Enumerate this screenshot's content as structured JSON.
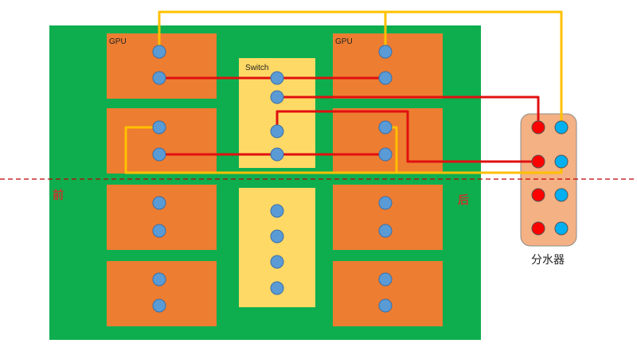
{
  "labels": {
    "gpu_left": "GPU",
    "gpu_right": "GPU",
    "switch": "Switch",
    "front": "前",
    "rear": "后",
    "manifold": "分水器"
  },
  "colors": {
    "board": "#0eae4f",
    "gpu_module": "#ed7d31",
    "switch_module": "#ffd966",
    "node": "#5b9bd5",
    "hot_pipe": "#e01010",
    "cold_pipe": "#ffc000",
    "manifold_body": "#f4b183",
    "manifold_hot_port": "#ff0000",
    "manifold_cold_port": "#00b0f0",
    "divider": "#c00000"
  }
}
